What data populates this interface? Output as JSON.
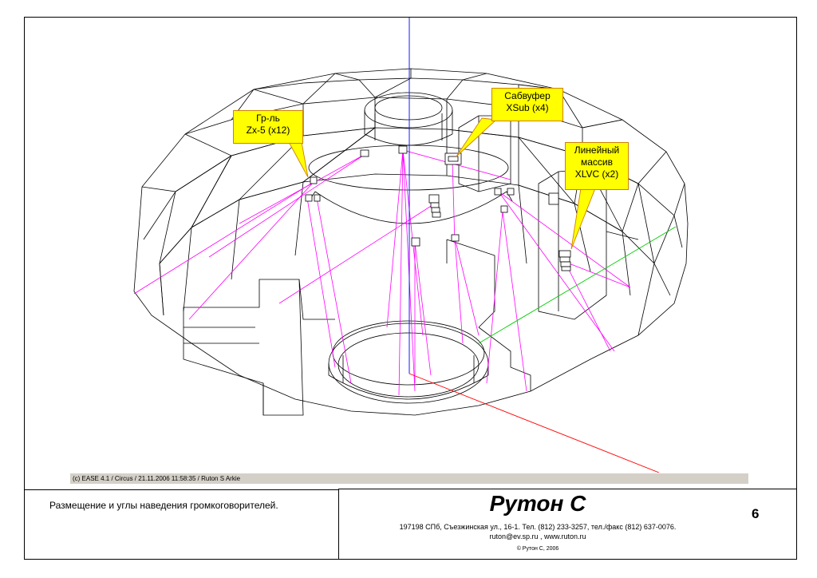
{
  "callouts": {
    "tweeter": {
      "line1": "Гр-ль",
      "line2": "Zx-5 (x12)"
    },
    "subwoofer": {
      "line1": "Сабвуфер",
      "line2": "XSub (x4)"
    },
    "line_array": {
      "line1": "Линейный",
      "line2": "массив",
      "line3": "XLVC (x2)"
    }
  },
  "status_bar": "(c) EASE 4.1  / Circus  / 21.11.2006 11:58:35 / Ruton S Arkie",
  "footer": {
    "caption": "Размещение и углы наведения громкоговорителей.",
    "brand": "Рутон С",
    "address_line1": "197198 СПб, Съезжинская ул., 16-1. Тел. (812) 233-3257, тел./факс (812) 637-0076.",
    "address_line2": "ruton@ev.sp.ru ,  www.ruton.ru",
    "copyright": "© Рутон С, 2006",
    "page_number": "6"
  },
  "colors": {
    "wireframe": "#000000",
    "aim_lines": "#ff00ff",
    "axis_z": "#0000ff",
    "axis_x": "#ff0000",
    "axis_y": "#00cc00",
    "callout_fill": "#ffff00",
    "callout_border": "#d08000"
  }
}
